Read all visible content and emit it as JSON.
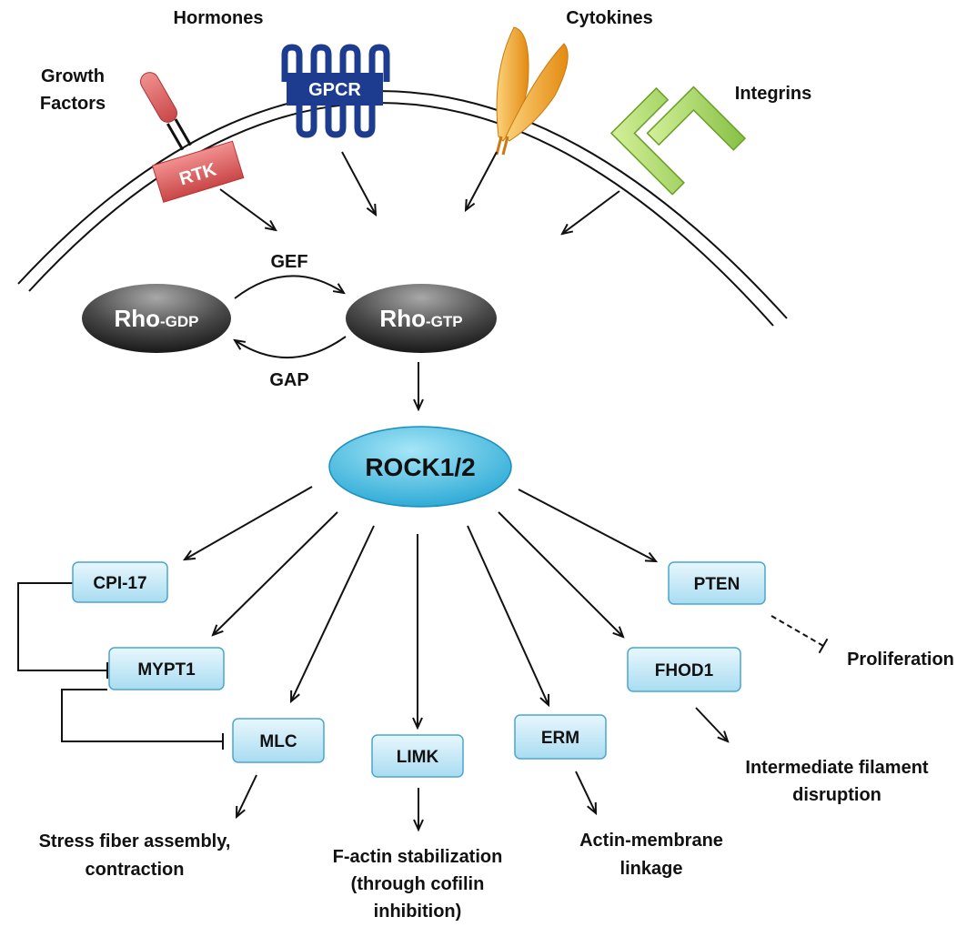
{
  "ligands": {
    "growth_factors": [
      "Growth",
      "Factors"
    ],
    "hormones": "Hormones",
    "cytokines": "Cytokines",
    "integrins": "Integrins"
  },
  "receptors": {
    "rtk": "RTK",
    "gpcr": "GPCR"
  },
  "rho_cycle": {
    "gef": "GEF",
    "gap": "GAP",
    "rho_gdp_main": "Rho",
    "rho_gdp_suffix": "-GDP",
    "rho_gtp_main": "Rho",
    "rho_gtp_suffix": "-GTP"
  },
  "rock": "ROCK1/2",
  "targets": {
    "cpi17": "CPI-17",
    "mypt1": "MYPT1",
    "mlc": "MLC",
    "limk": "LIMK",
    "erm": "ERM",
    "fhod1": "FHOD1",
    "pten": "PTEN"
  },
  "outcomes": {
    "proliferation": "Proliferation",
    "intermediate_filament": [
      "Intermediate filament",
      "disruption"
    ],
    "stress_fiber": [
      "Stress fiber assembly,",
      "contraction"
    ],
    "f_actin": [
      "F-actin stabilization",
      "(through cofilin",
      "inhibition)"
    ],
    "actin_membrane": [
      "Actin-membrane",
      "linkage"
    ]
  },
  "colors": {
    "box_fill_top": "#e8f7fd",
    "box_fill_bottom": "#a9dcf1",
    "box_stroke": "#4aa6cf",
    "rock_fill_top": "#8fdcf2",
    "rock_fill_bottom": "#22a9d6",
    "rho_fill_top": "#9a9a9a",
    "rho_fill_bottom": "#1c1c1c",
    "rtk_fill": "#e46b6b",
    "gpcr_fill": "#1d3c8f",
    "cytokine_fill": "#f5a623",
    "integrin_fill": "#a6d96a"
  }
}
